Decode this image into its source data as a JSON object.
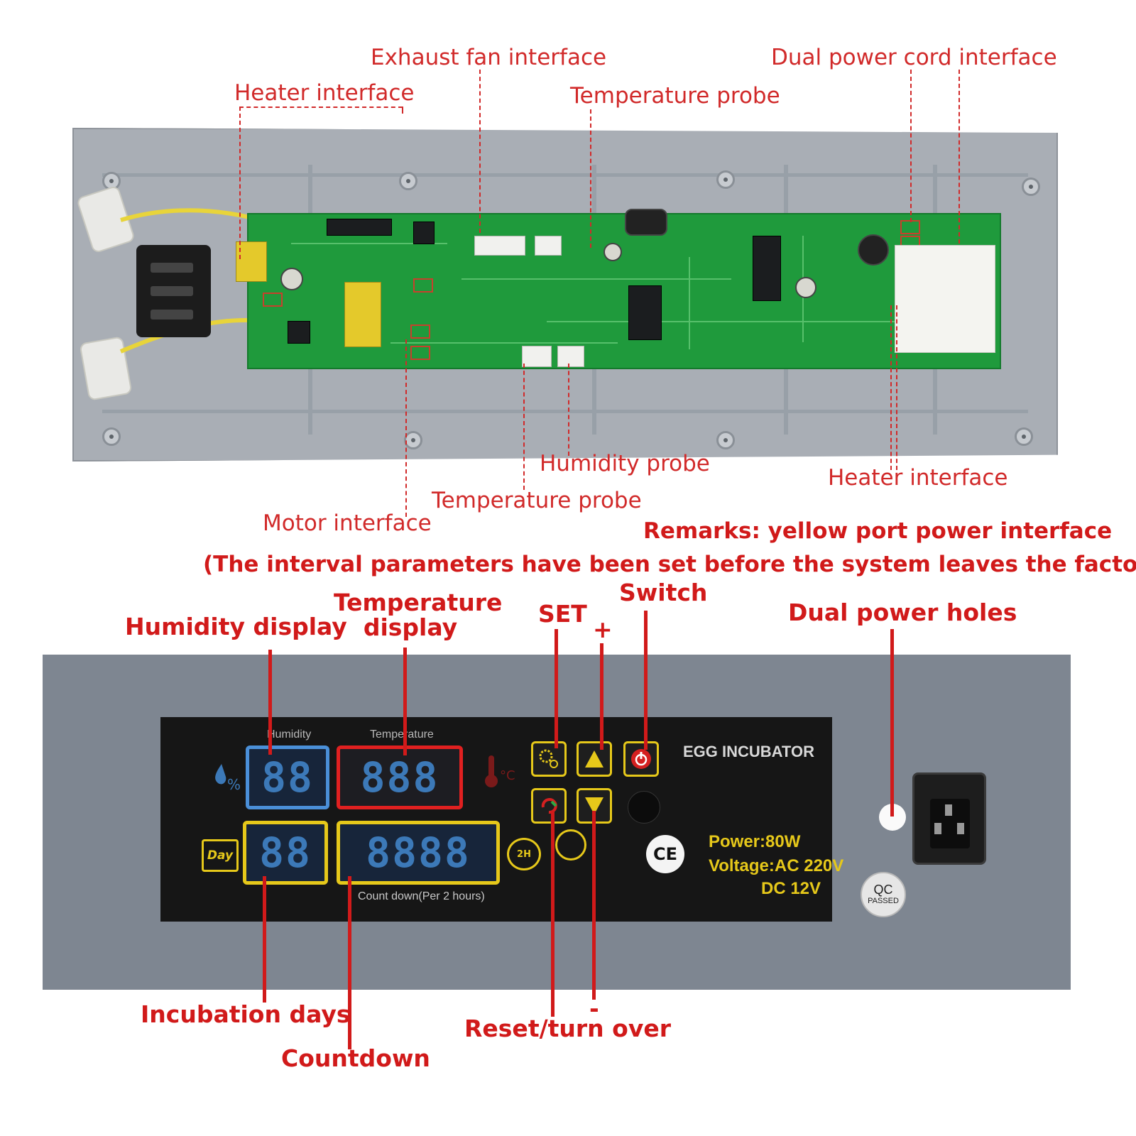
{
  "top_labels": {
    "exhaust_fan": "Exhaust fan interface",
    "dual_power_cord": "Dual power cord interface",
    "heater_left": "Heater interface",
    "temperature_probe_top": "Temperature probe",
    "humidity_probe": "Humidity probe",
    "heater_right": "Heater interface",
    "temperature_probe_bottom": "Temperature probe",
    "motor": "Motor interface"
  },
  "remarks": {
    "line1": "Remarks: yellow port power interface",
    "line2": "(The interval parameters have been set before the system leaves the factory)"
  },
  "bottom_labels": {
    "humidity_display": "Humidity display",
    "temperature_display_1": "Temperature",
    "temperature_display_2": "display",
    "set": "SET",
    "plus": "+",
    "switch": "Switch",
    "dual_power_holes": "Dual power holes",
    "incubation_days": "Incubation days",
    "countdown": "Countdown",
    "reset": "Reset/turn over",
    "minus": "-"
  },
  "panel": {
    "humidity_caption": "Humidity",
    "temperature_caption": "Temperature",
    "humidity_digits": "88",
    "temperature_digits": "888",
    "day_digits": "88",
    "countdown_digits": "8888",
    "day_icon_label": "Day",
    "countdown_caption": "Count down(Per 2 hours)",
    "timer_icon_label": "2H",
    "brand": "EGG INCUBATOR",
    "power": "Power:80W",
    "voltage": "Voltage:AC 220V",
    "dc": "DC 12V",
    "ce": "CE",
    "qc": "QC",
    "qc_passed": "PASSED"
  },
  "colors": {
    "callout_red": "#d11a1a",
    "display_blue_frame": "#4a8fd8",
    "display_red_frame": "#e02020",
    "display_yellow_frame": "#e6c81a",
    "digit_blue": "#3c79b8",
    "pcb_green": "#1f9a3c"
  },
  "icons": [
    "humidity-drop-icon",
    "thermometer-icon",
    "calendar-icon",
    "timer-icon",
    "gear-icon",
    "up-arrow-icon",
    "down-arrow-icon",
    "power-icon",
    "reset-icon",
    "ce-mark-icon",
    "qc-seal-icon"
  ]
}
